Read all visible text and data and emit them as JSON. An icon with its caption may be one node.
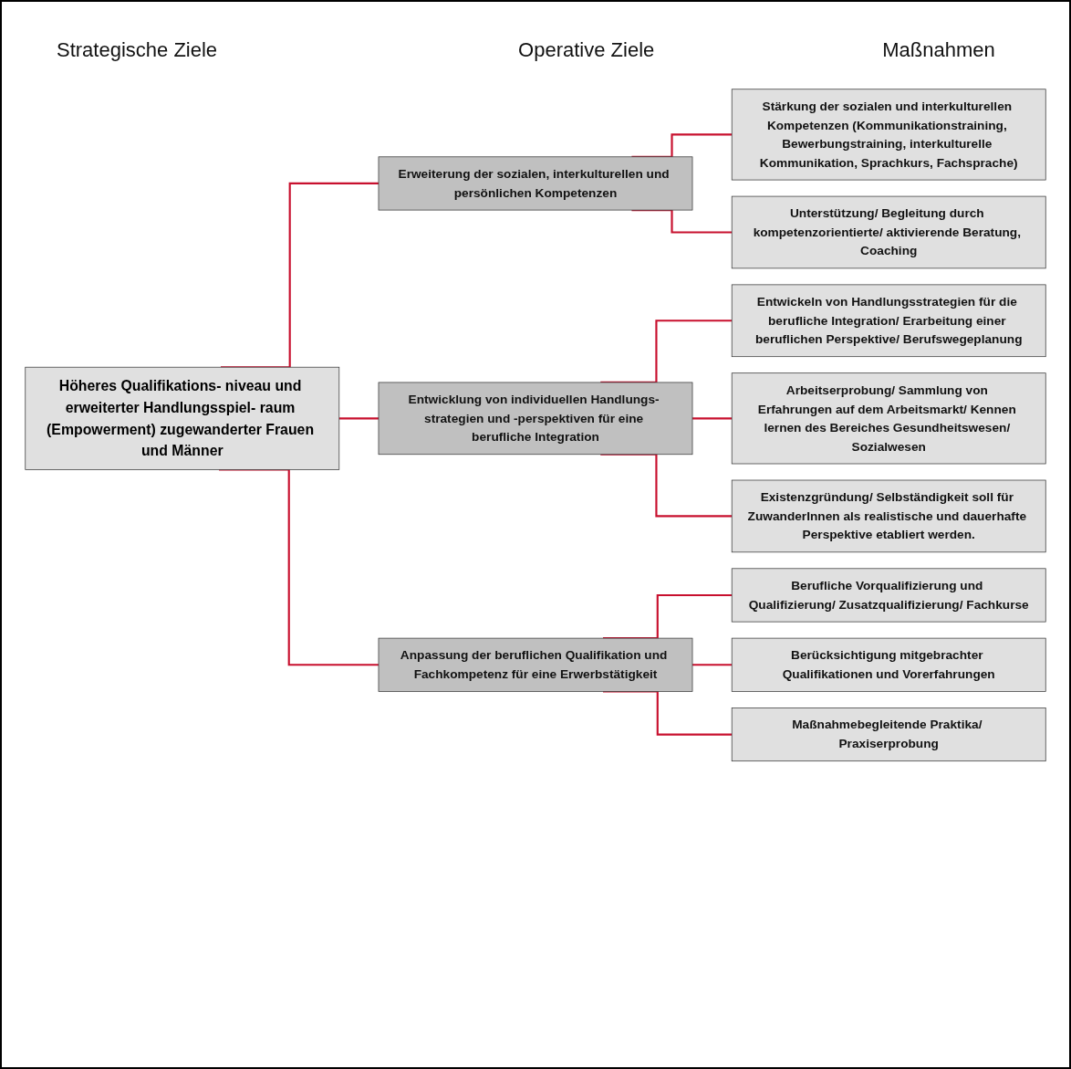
{
  "diagram": {
    "nodes": [
      {
        "text": [
          "Höheres Qualifikations- niveau und erweiterter Handlungsspiel- raum (Empowerment) zugewanderter Frauen und Männer"
        ]
      },
      {
        "text": [
          "Erweiterung der sozialen, interkulturellen und persönlichen Kompetenzen"
        ]
      },
      {
        "text": [
          "Stärkung der sozialen und interkulturellen Kompetenzen (Kommunikationstraining, Bewerbungstraining, interkulturelle Kommunikation, Sprachkurs, Fachsprache)"
        ]
      },
      {
        "text": [
          "Unterstützung/ Begleitung durch kompetenzorientierte/ aktivierende Beratung, Coaching"
        ]
      },
      {
        "text": [
          "Entwicklung von individuellen Handlungs- strategien und -perspektiven für eine berufliche Integration"
        ]
      },
      {
        "text": [
          "Entwickeln von Handlungsstrategien für die berufliche Integration/ Erarbeitung einer beruflichen Perspektive/ Berufswegeplanung"
        ]
      },
      {
        "text": [
          "Arbeitserprobung/ Sammlung von Erfahrungen auf dem Arbeitsmarkt/ Kennen lernen des Bereiches Gesundheitswesen/ Sozialwesen"
        ]
      },
      {
        "text": [
          "Existenzgründung/ Selbständigkeit soll für ZuwanderInnen als realistische und dauerhafte Perspektive etabliert werden."
        ]
      },
      {
        "text": [
          "Anpassung der beruflichen Qualifikation und Fachkompetenz für eine Erwerbstätigkeit"
        ]
      },
      {
        "text": [
          "Berufliche Vorqualifizierung und Qualifizierung/ Zusatzqualifizierung/ Fachkurse"
        ]
      },
      {
        "text": [
          "Berücksichtigung mitgebrachter Qualifikationen und Vorerfahrungen"
        ]
      },
      {
        "text": [
          "Maßnahmebegleitende Praktika/ Praxiserprobung"
        ]
      }
    ],
    "edges": [
      {
        "from": 0,
        "to": 1,
        "arrow": "none"
      },
      {
        "from": 0,
        "to": 4,
        "arrow": "none"
      },
      {
        "from": 0,
        "to": 8,
        "arrow": "none"
      },
      {
        "from": 1,
        "to": 2,
        "arrow": "none"
      },
      {
        "from": 1,
        "to": 3,
        "arrow": "none"
      },
      {
        "from": 4,
        "to": 5,
        "arrow": "none"
      },
      {
        "from": 4,
        "to": 6,
        "arrow": "none"
      },
      {
        "from": 4,
        "to": 7,
        "arrow": "none"
      },
      {
        "from": 8,
        "to": 9,
        "arrow": "none"
      },
      {
        "from": 8,
        "to": 10,
        "arrow": "none"
      },
      {
        "from": 8,
        "to": 11,
        "arrow": "none"
      }
    ],
    "labels": [
      "Strategische Ziele",
      "Operative Ziele",
      "Maßnahmen"
    ]
  }
}
